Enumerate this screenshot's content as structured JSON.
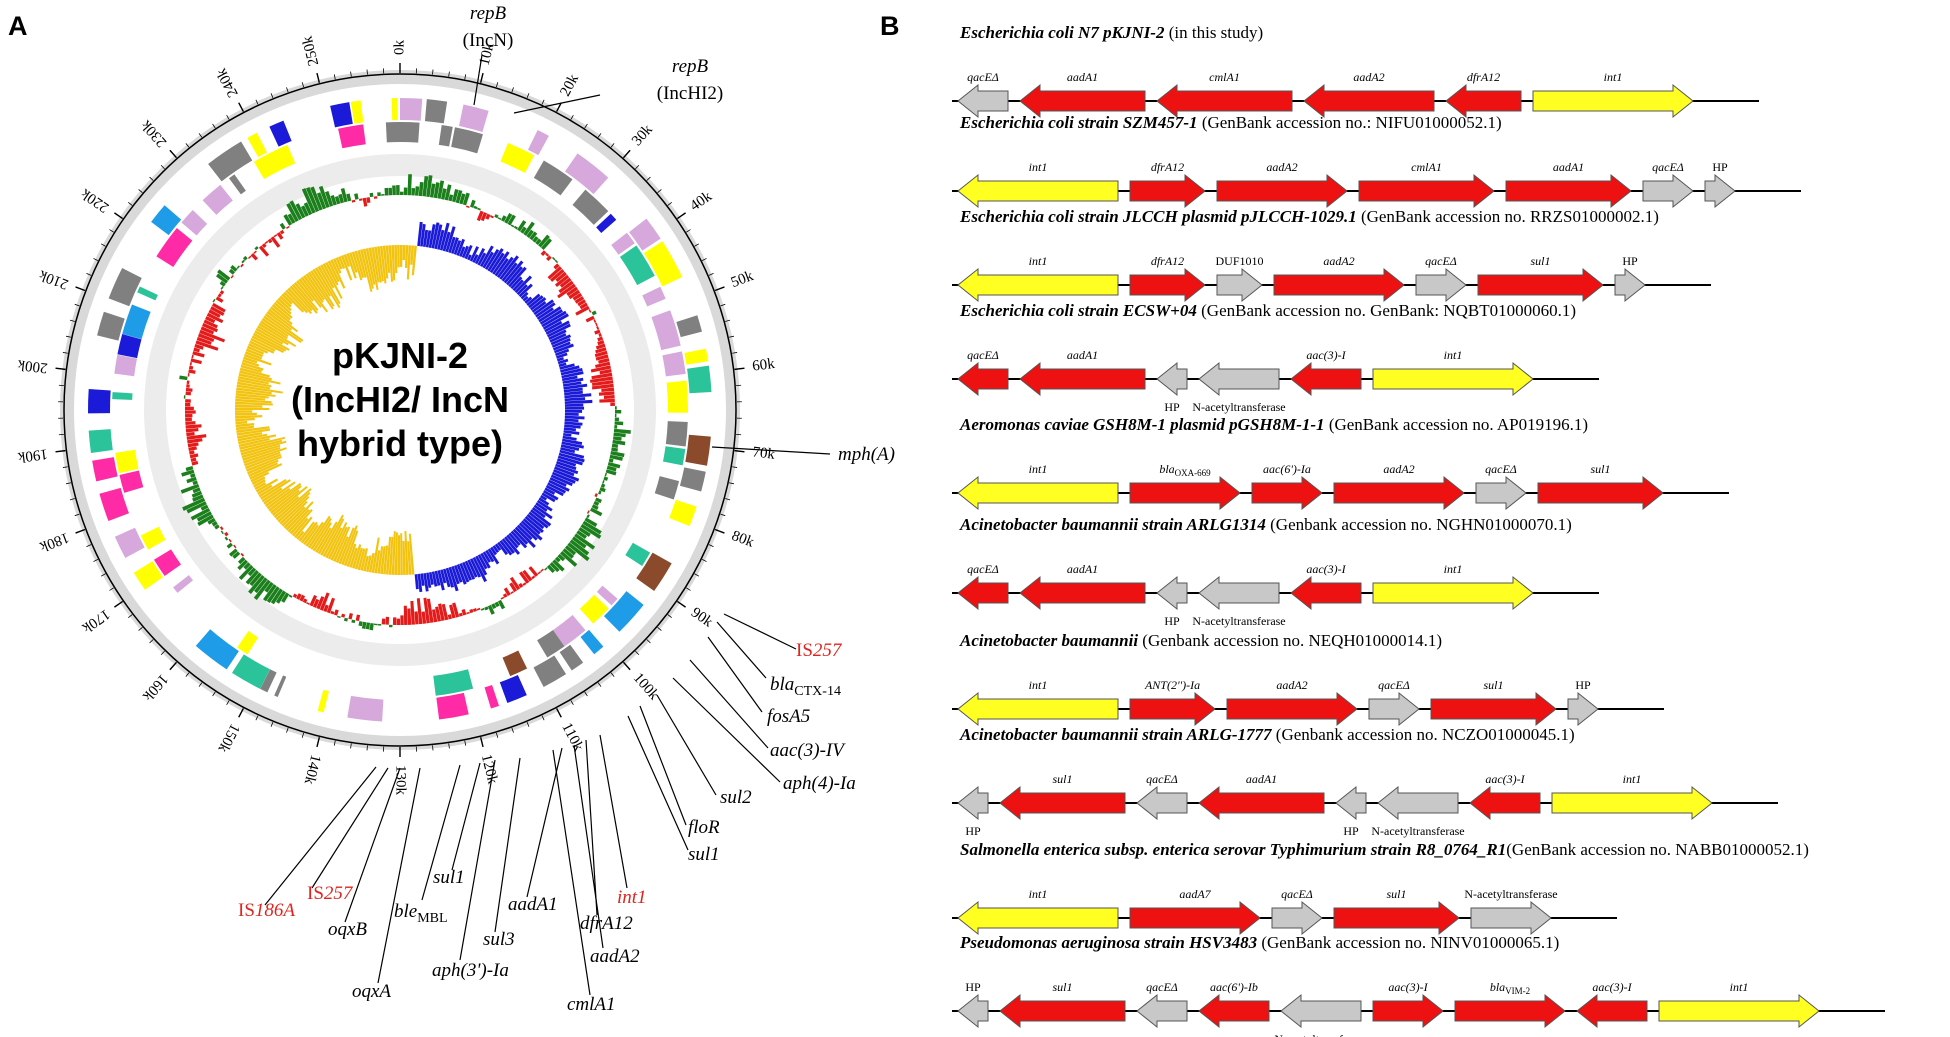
{
  "panelA": {
    "letter": "A",
    "plasmid_name": [
      "pKJNI-2",
      "(IncHI2/ IncN",
      "hybrid type)"
    ],
    "ticks": [
      "0k",
      "10k",
      "20k",
      "30k",
      "40k",
      "50k",
      "60k",
      "70k",
      "80k",
      "90k",
      "100k",
      "110k",
      "120k",
      "130k",
      "140k",
      "150k",
      "160k",
      "170k",
      "180k",
      "190k",
      "200k",
      "210k",
      "220k",
      "230k",
      "240k",
      "250k"
    ],
    "track_colors": {
      "gray": "#808080",
      "lilac": "#d6a8dc",
      "yellow": "#ffff00",
      "blue": "#1a1ad8",
      "sky": "#1e9ce8",
      "teal": "#2bc39a",
      "pink": "#ff2aa6",
      "brown": "#8b4a2b",
      "red": "#e31b1b",
      "green": "#1b7f1b",
      "gold": "#f2c30f",
      "ring": "#d9d9d9"
    },
    "labels": {
      "repB_IncN_gene": "repB",
      "repB_IncN_type": "(IncN)",
      "repB_IncHI2_gene": "repB",
      "repB_IncHI2_type": "(IncHI2)",
      "mphA": "mph(A)",
      "IS257a_prefix": "IS",
      "IS257a_suffix": "257",
      "blaCTX_main": "bla",
      "blaCTX_sub": "CTX-14",
      "fosA5": "fosA5",
      "aac3IV": "aac(3)-IV",
      "aph4Ia": "aph(4)-Ia",
      "sul2": "sul2",
      "floR": "floR",
      "sul1a": "sul1",
      "int1": "int1",
      "dfrA12": "dfrA12",
      "aadA2": "aadA2",
      "aadA1": "aadA1",
      "cmlA1": "cmlA1",
      "sul3": "sul3",
      "aph3Ia": "aph(3')-Ia",
      "sul1b": "sul1",
      "ble_main": "ble",
      "ble_sub": "MBL",
      "oqxA": "oqxA",
      "oqxB": "oqxB",
      "IS257b_prefix": "IS",
      "IS257b_suffix": "257",
      "IS186A_prefix": "IS",
      "IS186A_suffix": "186A"
    }
  },
  "panelB": {
    "letter": "B",
    "colors": {
      "resistance": "#ee1111",
      "integrase": "#ffff22",
      "other": "#c8c8c8"
    },
    "entries": [
      {
        "title_bold": "Escherichia coli N7 pKJNI-2",
        "title_rest": " (in this study)",
        "arrows": [
          [
            "qacEΔ",
            "l",
            "o"
          ],
          [
            "aadA1",
            "l",
            "r"
          ],
          [
            "cmlA1",
            "l",
            "r"
          ],
          [
            "aadA2",
            "l",
            "r"
          ],
          [
            "dfrA12",
            "l",
            "r"
          ],
          [
            "int1",
            "r",
            "y"
          ]
        ]
      },
      {
        "title_bold": "Escherichia coli strain SZM457-1",
        "title_rest": " (GenBank accession no.: NIFU01000052.1)",
        "arrows": [
          [
            "int1",
            "l",
            "y"
          ],
          [
            "dfrA12",
            "r",
            "r"
          ],
          [
            "aadA2",
            "r",
            "r"
          ],
          [
            "cmlA1",
            "r",
            "r"
          ],
          [
            "aadA1",
            "r",
            "r"
          ],
          [
            "qacEΔ",
            "r",
            "o"
          ],
          [
            "HP",
            "r",
            "o"
          ]
        ]
      },
      {
        "title_bold": "Escherichia coli strain JLCCH plasmid pJLCCH-1029.1",
        "title_rest": " (GenBank accession no. RRZS01000002.1)",
        "arrows": [
          [
            "int1",
            "l",
            "y"
          ],
          [
            "dfrA12",
            "r",
            "r"
          ],
          [
            "DUF1010",
            "r",
            "o"
          ],
          [
            "aadA2",
            "r",
            "r"
          ],
          [
            "qacEΔ",
            "r",
            "o"
          ],
          [
            "sul1",
            "r",
            "r"
          ],
          [
            "HP",
            "r",
            "o"
          ]
        ]
      },
      {
        "title_bold": "Escherichia coli strain ECSW+04",
        "title_rest": " (GenBank accession no. GenBank: NQBT01000060.1)",
        "arrows": [
          [
            "qacEΔ",
            "l",
            "r"
          ],
          [
            "aadA1",
            "l",
            "r"
          ],
          [
            "HP",
            "l",
            "o"
          ],
          [
            "N-acetyltransferase",
            "l",
            "o"
          ],
          [
            "aac(3)-I",
            "l",
            "r"
          ],
          [
            "int1",
            "r",
            "y"
          ]
        ]
      },
      {
        "title_bold": "Aeromonas caviae GSH8M-1 plasmid pGSH8M-1-1",
        "title_rest": " (GenBank accession no. AP019196.1)",
        "arrows": [
          [
            "int1",
            "l",
            "y"
          ],
          [
            "blaOXA-669",
            "r",
            "r"
          ],
          [
            "aac(6')-Ia",
            "r",
            "r"
          ],
          [
            "aadA2",
            "r",
            "r"
          ],
          [
            "qacEΔ",
            "r",
            "o"
          ],
          [
            "sul1",
            "r",
            "r"
          ]
        ]
      },
      {
        "title_bold": "Acinetobacter baumannii strain ARLG1314",
        "title_rest": " (Genbank accession no. NGHN01000070.1)",
        "arrows": [
          [
            "qacEΔ",
            "l",
            "r"
          ],
          [
            "aadA1",
            "l",
            "r"
          ],
          [
            "HP",
            "l",
            "o"
          ],
          [
            "N-acetyltransferase",
            "l",
            "o"
          ],
          [
            "aac(3)-I",
            "l",
            "r"
          ],
          [
            "int1",
            "r",
            "y"
          ]
        ]
      },
      {
        "title_bold": "Acinetobacter baumannii",
        "title_rest": " (Genbank accession no. NEQH01000014.1)",
        "arrows": [
          [
            "int1",
            "l",
            "y"
          ],
          [
            "ANT(2'')-Ia",
            "r",
            "r"
          ],
          [
            "aadA2",
            "r",
            "r"
          ],
          [
            "qacEΔ",
            "r",
            "o"
          ],
          [
            "sul1",
            "r",
            "r"
          ],
          [
            "HP",
            "r",
            "o"
          ]
        ]
      },
      {
        "title_bold": "Acinetobacter baumannii strain ARLG-1777",
        "title_rest": " (Genbank accession no. NCZO01000045.1)",
        "arrows": [
          [
            "HP",
            "l",
            "o"
          ],
          [
            "sul1",
            "l",
            "r"
          ],
          [
            "qacEΔ",
            "l",
            "o"
          ],
          [
            "aadA1",
            "l",
            "r"
          ],
          [
            "HP",
            "l",
            "o"
          ],
          [
            "N-acetyltransferase",
            "l",
            "o"
          ],
          [
            "aac(3)-I",
            "l",
            "r"
          ],
          [
            "int1",
            "r",
            "y"
          ]
        ]
      },
      {
        "title_bold": "Salmonella enterica subsp. enterica serovar Typhimurium strain R8_0764_R1",
        "title_rest": "(GenBank accession no. NABB01000052.1)",
        "arrows": [
          [
            "int1",
            "l",
            "y"
          ],
          [
            "aadA7",
            "r",
            "r"
          ],
          [
            "qacEΔ",
            "r",
            "o"
          ],
          [
            "sul1",
            "r",
            "r"
          ],
          [
            "N-acetyltransferase",
            "r",
            "o"
          ]
        ]
      },
      {
        "title_bold": "Pseudomonas aeruginosa strain HSV3483",
        "title_rest": " (GenBank accession no. NINV01000065.1)",
        "arrows": [
          [
            "HP",
            "l",
            "o"
          ],
          [
            "sul1",
            "l",
            "r"
          ],
          [
            "qacEΔ",
            "l",
            "o"
          ],
          [
            "aac(6')-Ib",
            "l",
            "r"
          ],
          [
            "N-acetyltransferase",
            "l",
            "o"
          ],
          [
            "aac(3)-I",
            "r",
            "r"
          ],
          [
            "blaVIM-2",
            "r",
            "r"
          ],
          [
            "aac(3)-I",
            "l",
            "r"
          ],
          [
            "int1",
            "r",
            "y"
          ]
        ]
      }
    ]
  }
}
